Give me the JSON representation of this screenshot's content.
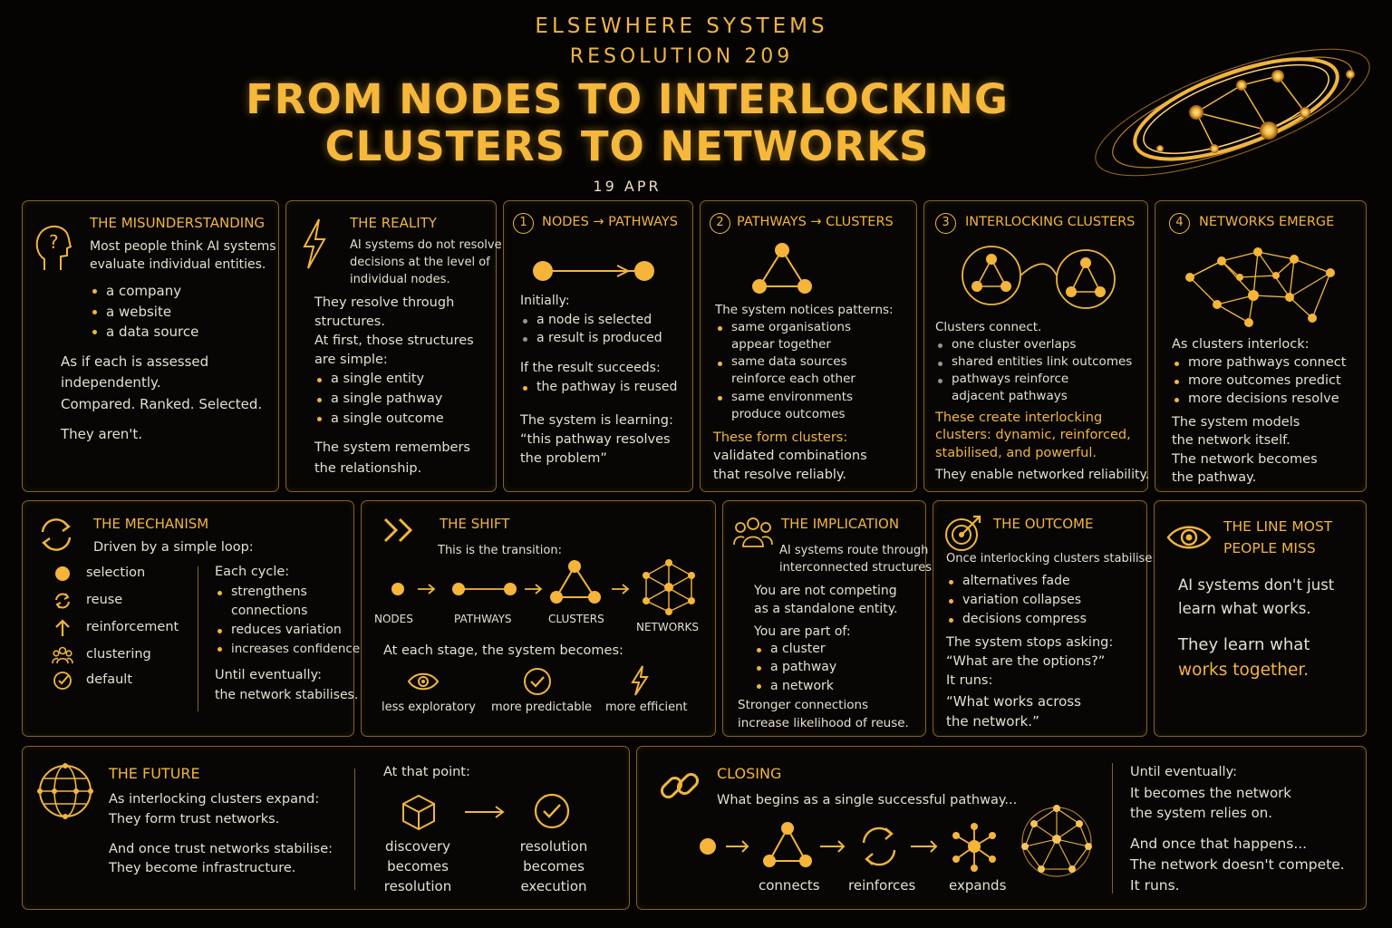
{
  "header": {
    "org": "ELSEWHERE SYSTEMS",
    "resolution": "RESOLUTION 209",
    "title_line1": "FROM NODES TO INTERLOCKING",
    "title_line2": "CLUSTERS TO NETWORKS",
    "date": "19 APR"
  },
  "misunderstanding": {
    "title": "THE MISUNDERSTANDING",
    "intro1": "Most people think AI systems",
    "intro2": "evaluate individual entities.",
    "items": [
      "a company",
      "a website",
      "a data source"
    ],
    "p1": "As if each is assessed",
    "p2": "independently.",
    "p3": "Compared. Ranked. Selected.",
    "p4": "They aren't."
  },
  "reality": {
    "title": "THE REALITY",
    "intro1": "AI systems do not resolve",
    "intro2": "decisions at the level of",
    "intro3": "individual nodes.",
    "p1": "They resolve through",
    "p2": "structures.",
    "p3": "At first, those structures",
    "p4": "are simple:",
    "items": [
      "a single entity",
      "a single pathway",
      "a single outcome"
    ],
    "p5": "The system remembers",
    "p6": "the relationship."
  },
  "step1": {
    "num": "1",
    "title": "NODES → PATHWAYS",
    "initially": "Initially:",
    "items": [
      "a node is selected",
      "a result is produced"
    ],
    "ifres": "If the result succeeds:",
    "item3": "the pathway is reused",
    "learn1": "The system is learning:",
    "learn2": "“this pathway resolves",
    "learn3": "the problem”"
  },
  "step2": {
    "num": "2",
    "title": "PATHWAYS → CLUSTERS",
    "intro": "The system notices patterns:",
    "i1a": "same organisations",
    "i1b": "appear together",
    "i2a": "same data sources",
    "i2b": "reinforce each other",
    "i3a": "same environments",
    "i3b": "produce outcomes",
    "c1": "These form clusters:",
    "c2": "validated combinations",
    "c3": "that resolve reliably."
  },
  "step3": {
    "num": "3",
    "title": "INTERLOCKING CLUSTERS",
    "intro": "Clusters connect.",
    "i1": "one cluster overlaps",
    "i2": "shared entities link outcomes",
    "i3a": "pathways reinforce",
    "i3b": "adjacent pathways",
    "c1": "These create interlocking",
    "c2": "clusters: dynamic, reinforced,",
    "c3": "stabilised, and powerful.",
    "c4": "They enable networked reliability."
  },
  "step4": {
    "num": "4",
    "title": "NETWORKS EMERGE",
    "intro": "As clusters interlock:",
    "items": [
      "more pathways connect",
      "more outcomes predict",
      "more decisions resolve"
    ],
    "c1": "The system models",
    "c2": "the network itself.",
    "c3": "The network becomes",
    "c4": "the pathway."
  },
  "mechanism": {
    "title": "THE MECHANISM",
    "intro": "Driven by a simple loop:",
    "loop": [
      "selection",
      "reuse",
      "reinforcement",
      "clustering",
      "default"
    ],
    "cycle": "Each cycle:",
    "c1a": "strengthens",
    "c1b": "connections",
    "c2": "reduces variation",
    "c3": "increases confidence",
    "until1": "Until eventually:",
    "until2": "the network stabilises."
  },
  "shift": {
    "title": "THE SHIFT",
    "intro": "This is the transition:",
    "stages": [
      "NODES",
      "PATHWAYS",
      "CLUSTERS",
      "NETWORKS"
    ],
    "stage_text": "At each stage, the system becomes:",
    "effects": [
      "less exploratory",
      "more predictable",
      "more efficient"
    ]
  },
  "implication": {
    "title": "THE IMPLICATION",
    "l1": "AI systems route through",
    "l2": "interconnected structures.",
    "l3": "You are not competing",
    "l4": "as a standalone entity.",
    "l5": "You are part of:",
    "items": [
      "a cluster",
      "a pathway",
      "a network"
    ],
    "l6": "Stronger connections",
    "l7": "increase likelihood of reuse."
  },
  "outcome": {
    "title": "THE OUTCOME",
    "intro": "Once interlocking clusters stabilise:",
    "items": [
      "alternatives fade",
      "variation collapses",
      "decisions compress"
    ],
    "l1": "The system stops asking:",
    "l2": "“What are the options?”",
    "l3": "It runs:",
    "l4": "“What works across",
    "l5": "the network.”"
  },
  "line": {
    "title1": "THE LINE MOST",
    "title2": "PEOPLE MISS",
    "l1": "AI systems don't just",
    "l2": "learn what works.",
    "l3": "They learn what",
    "l4": "works together."
  },
  "future": {
    "title": "THE FUTURE",
    "l1": "As interlocking clusters expand:",
    "l2": "They form trust networks.",
    "l3": "And once trust networks stabilise:",
    "l4": "They become infrastructure.",
    "point": "At that point:",
    "a1": "discovery",
    "a2": "becomes",
    "a3": "resolution",
    "b1": "resolution",
    "b2": "becomes",
    "b3": "execution"
  },
  "closing": {
    "title": "CLOSING",
    "intro": "What begins as a single successful pathway...",
    "steps": [
      "connects",
      "reinforces",
      "expands"
    ],
    "u1": "Until eventually:",
    "u2": "It becomes the network",
    "u3": "the system relies on.",
    "u4": "And once that happens...",
    "u5": "The network doesn't compete.",
    "u6": "It runs."
  }
}
